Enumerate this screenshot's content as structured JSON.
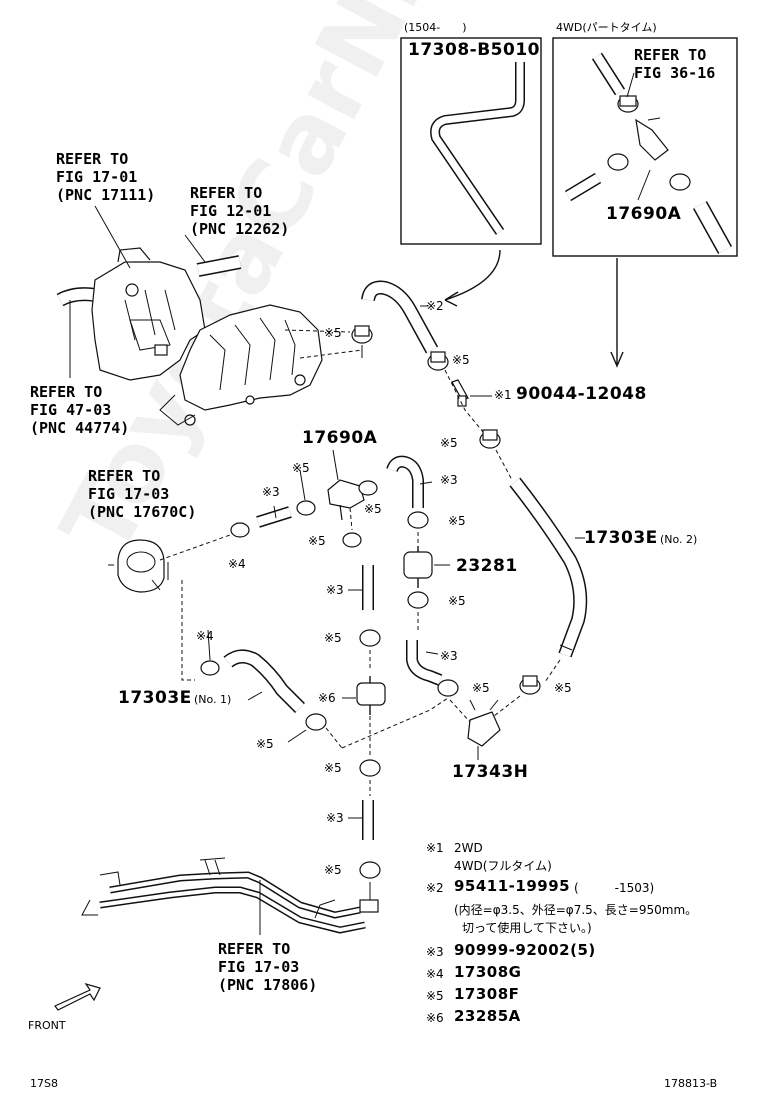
{
  "labels": {
    "box1_header": "(1504-　　)",
    "box1_part": "17308-B5010",
    "box2_header": "4WD(パートタイム)",
    "box2_refer_1": "REFER TO",
    "box2_refer_2": "FIG 36-16",
    "box2_part": "17690A",
    "ref_a_1": "REFER TO",
    "ref_a_2": "FIG 17-01",
    "ref_a_3": "(PNC 17111)",
    "ref_b_1": "REFER TO",
    "ref_b_2": "FIG 12-01",
    "ref_b_3": "(PNC 12262)",
    "ref_c_1": "REFER TO",
    "ref_c_2": "FIG 47-03",
    "ref_c_3": "(PNC 44774)",
    "ref_d_1": "REFER TO",
    "ref_d_2": "FIG 17-03",
    "ref_d_3": "(PNC 17670C)",
    "ref_e_1": "REFER TO",
    "ref_e_2": "FIG 17-03",
    "ref_e_3": "(PNC 17806)",
    "m2_a": "※2",
    "m5_a": "※5",
    "m5_b": "※5",
    "m1_a": "※1",
    "part_90044": "90044-12048",
    "m5_c": "※5",
    "part_17690A": "17690A",
    "m5_d": "※5",
    "m3_a": "※3",
    "m3_b": "※3",
    "m5_e": "※5",
    "m5_f": "※5",
    "part_17303E_2": "17303E",
    "no2": "(No. 2)",
    "m5_g": "※5",
    "m4_a": "※4",
    "part_23281": "23281",
    "m3_c": "※3",
    "m5_h": "※5",
    "m5_i": "※5",
    "m3_d": "※3",
    "m4_b": "※4",
    "m6_a": "※6",
    "m5_j": "※5",
    "m5_k": "※5",
    "part_17303E_1": "17303E",
    "no1": "(No. 1)",
    "m5_l": "※5",
    "part_17343H": "17343H",
    "m5_m": "※5",
    "m3_e": "※3",
    "m5_n": "※5",
    "front": "FRONT",
    "footer_left": "17S8",
    "footer_right": "178813-B",
    "watermark": "ToyotaCarNine.ru"
  },
  "legend": [
    {
      "mark": "※1",
      "text": "2WD",
      "bold": false
    },
    {
      "mark": "",
      "text": "4WD(フルタイム)",
      "bold": false
    },
    {
      "mark": "※2",
      "text": "95411-19995",
      "extra": "(　　　-1503)",
      "bold": true
    },
    {
      "mark": "",
      "text": "(内径=φ3.5、外径=φ7.5、長さ=950mm。",
      "bold": false
    },
    {
      "mark": "",
      "text": "切って使用して下さい。)",
      "bold": false
    },
    {
      "mark": "※3",
      "text": "90999-92002(5)",
      "bold": true
    },
    {
      "mark": "※4",
      "text": "17308G",
      "bold": true
    },
    {
      "mark": "※5",
      "text": "17308F",
      "bold": true
    },
    {
      "mark": "※6",
      "text": "23285A",
      "bold": true
    }
  ]
}
